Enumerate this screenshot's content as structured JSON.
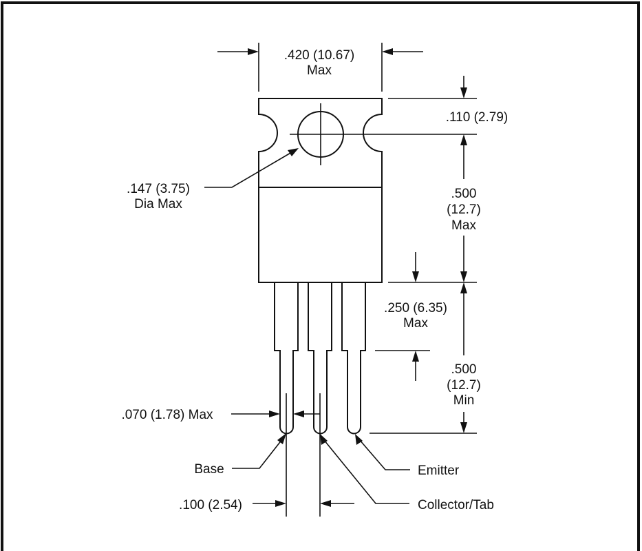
{
  "diagram": {
    "title": "TO-220 Package Outline",
    "colors": {
      "line": "#111111",
      "background": "#ffffff"
    },
    "dimensions": {
      "body_width": {
        "line1": ".420 (10.67)",
        "line2": "Max"
      },
      "tab_to_hole": {
        "line1": ".110 (2.79)"
      },
      "hole_dia": {
        "line1": ".147 (3.75)",
        "line2": "Dia Max"
      },
      "hole_to_body_bottom": {
        "line1": ".500",
        "line2": "(12.7)",
        "line3": "Max"
      },
      "lead_shoulder": {
        "line1": ".250 (6.35)",
        "line2": "Max"
      },
      "lead_length": {
        "line1": ".500",
        "line2": "(12.7)",
        "line3": "Min"
      },
      "lead_width": {
        "line1": ".070 (1.78) Max"
      },
      "lead_pitch": {
        "line1": ".100 (2.54)"
      }
    },
    "pins": [
      {
        "label": "Base"
      },
      {
        "label": "Collector/Tab"
      },
      {
        "label": "Emitter"
      }
    ]
  }
}
